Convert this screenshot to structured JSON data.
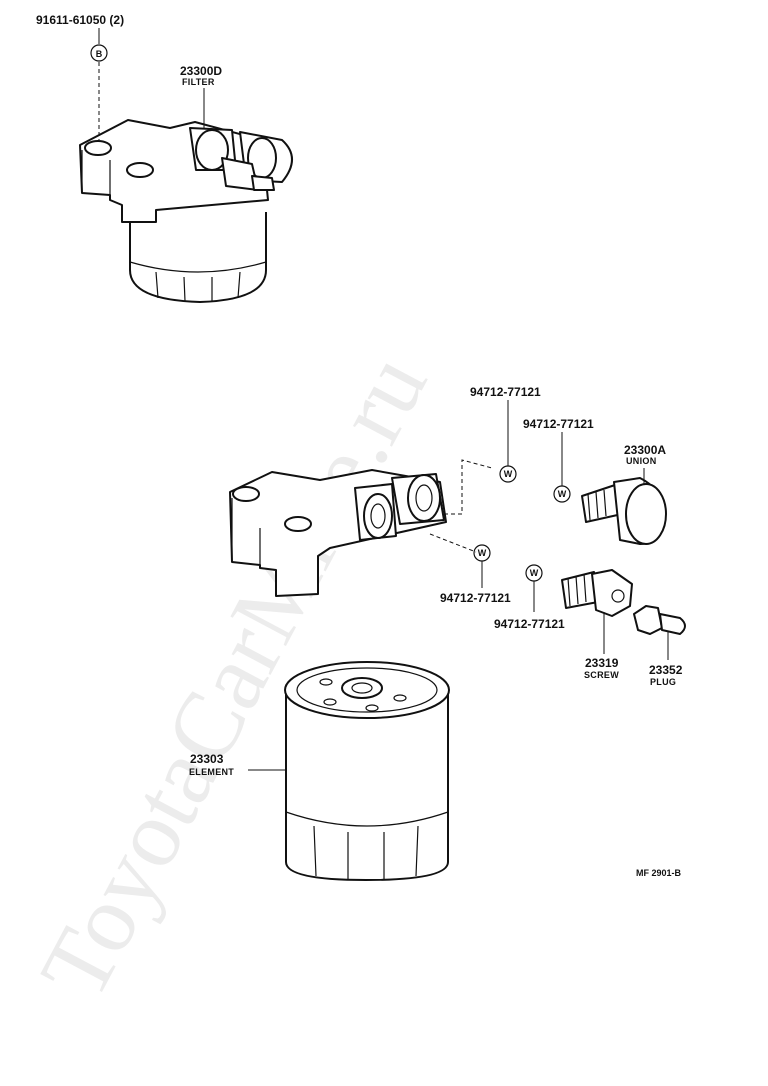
{
  "watermark": "ToyotaCarMine.ru",
  "diagram_code": "MF 2901-B",
  "callouts": {
    "bolt": {
      "part_no": "91611-61050 (2)",
      "symbol": "B"
    },
    "filter": {
      "part_no": "23300D",
      "name": "FILTER"
    },
    "washer_1": {
      "part_no": "94712-77121",
      "symbol": "W"
    },
    "washer_2": {
      "part_no": "94712-77121",
      "symbol": "W"
    },
    "washer_3": {
      "part_no": "94712-77121",
      "symbol": "W"
    },
    "washer_4": {
      "part_no": "94712-77121",
      "symbol": "W"
    },
    "union": {
      "part_no": "23300A",
      "name": "UNION"
    },
    "screw": {
      "part_no": "23319",
      "name": "SCREW"
    },
    "plug": {
      "part_no": "23352",
      "name": "PLUG"
    },
    "element": {
      "part_no": "23303",
      "name": "ELEMENT"
    }
  }
}
